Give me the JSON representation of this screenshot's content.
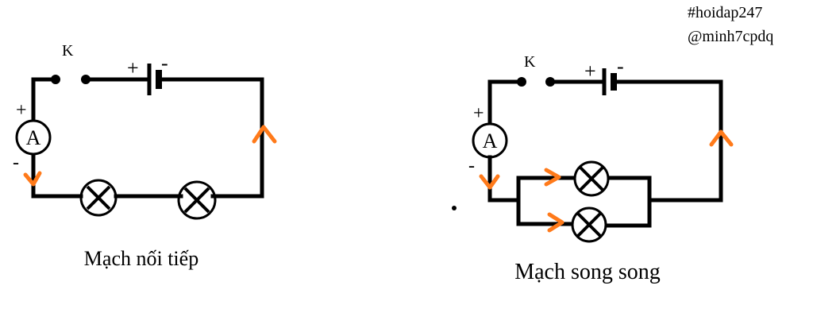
{
  "watermark": {
    "line1": "#hoidap247",
    "line2": "@minh7cpdq"
  },
  "series_circuit": {
    "caption": "Mạch nối tiếp",
    "switch_label": "K",
    "battery_plus": "+",
    "battery_minus": "-",
    "ammeter_label": "A",
    "ammeter_plus": "+",
    "ammeter_minus": "-"
  },
  "parallel_circuit": {
    "caption": "Mạch song song",
    "switch_label": "K",
    "battery_plus": "+",
    "battery_minus": "-",
    "ammeter_label": "A",
    "ammeter_plus": "+",
    "ammeter_minus": "-"
  },
  "colors": {
    "wire": "#000000",
    "current_arrow": "#ff7a1a"
  }
}
